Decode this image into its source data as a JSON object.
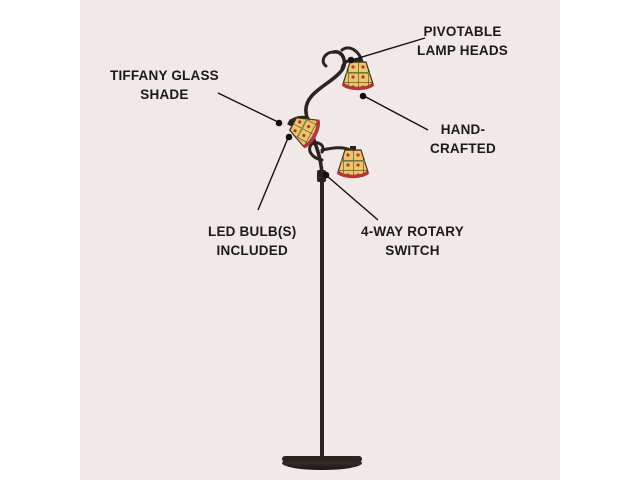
{
  "product": "floor lamp",
  "colors": {
    "background": "#f1e9e7",
    "lamp_body": "#2b2320",
    "shade_amber": "#e8c86a",
    "shade_red": "#b8323a",
    "shade_green": "#7f8a3a",
    "leader_line": "#111111"
  },
  "callouts": [
    {
      "id": "pivotable",
      "lines": [
        "PIVOTABLE",
        "LAMP HEADS"
      ]
    },
    {
      "id": "tiffany",
      "lines": [
        "TIFFANY GLASS",
        "SHADE"
      ]
    },
    {
      "id": "handcrafted",
      "lines": [
        "HAND-",
        "CRAFTED"
      ]
    },
    {
      "id": "led",
      "lines": [
        "LED BULB(S)",
        "INCLUDED"
      ]
    },
    {
      "id": "rotary",
      "lines": [
        "4-WAY ROTARY",
        "SWITCH"
      ]
    }
  ]
}
